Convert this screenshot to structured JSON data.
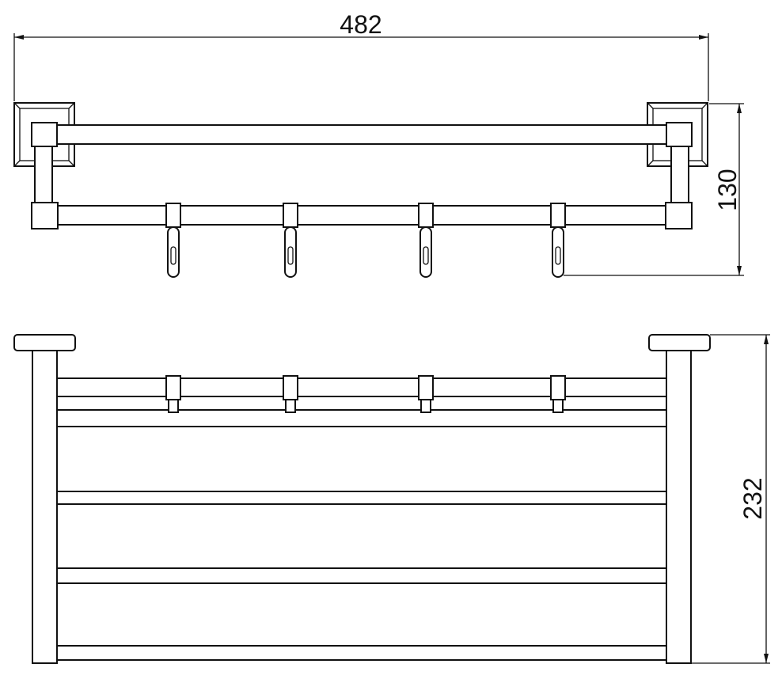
{
  "drawing": {
    "dimensions": {
      "width": "482",
      "depth": "130",
      "height": "232"
    },
    "line_color": "#111111"
  }
}
